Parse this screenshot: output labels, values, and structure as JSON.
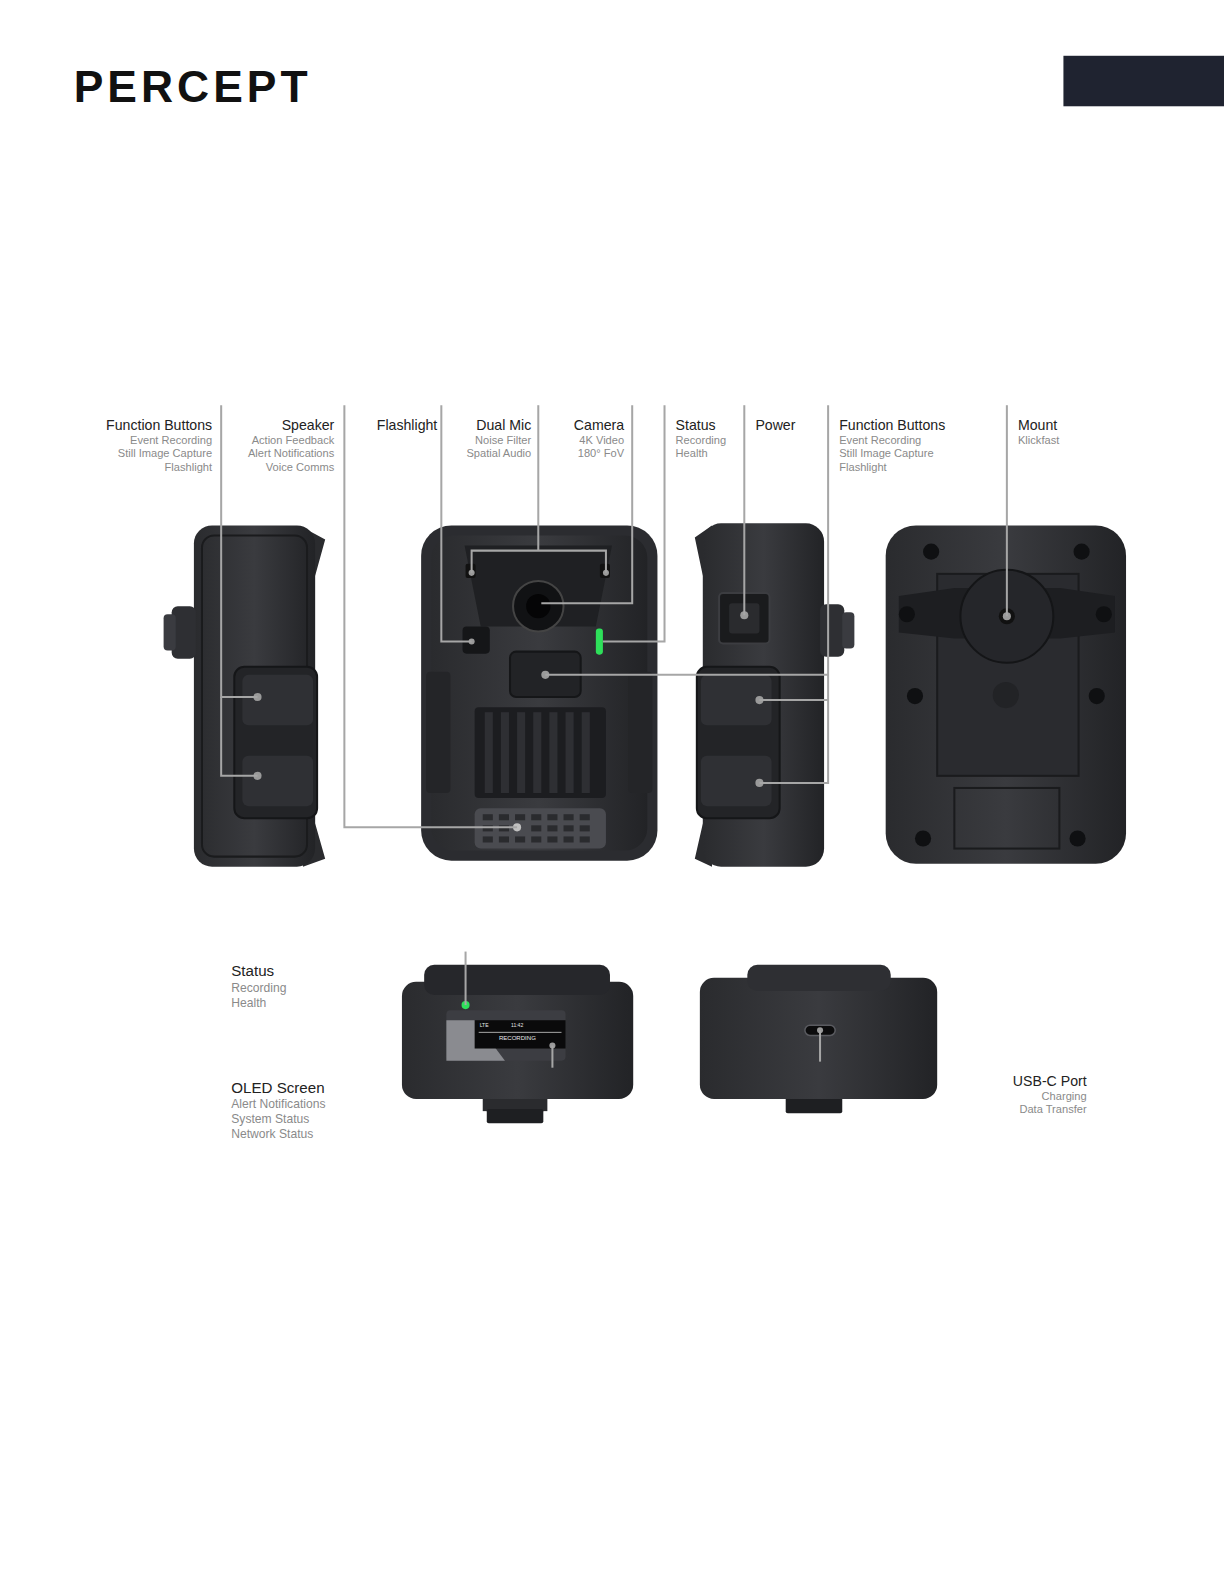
{
  "diagram": {
    "labels": [
      "PERCEPT",
      "Function Buttons",
      "Event Recording",
      "Still Image Capture",
      "Flashlight",
      "Speaker",
      "Action Feedback",
      "Alert Notifications",
      "Voice Comms",
      "Flashlight",
      "Dual Mic",
      "Noise Filter",
      "Spatial Audio",
      "Camera",
      "4K Video",
      "180° FoV",
      "Status",
      "Recording",
      "Health",
      "Power",
      "Function Buttons",
      "Event Recording",
      "Still Image Capture",
      "Flashlight",
      "Mount",
      "Klickfast",
      "Status",
      "Recording",
      "Health",
      "OLED Screen",
      "Alert Notifications",
      "System Status",
      "Network Status",
      "USB-C Port",
      "Charging",
      "Data Transfer",
      "LTE",
      "11:42",
      "RECORDING"
    ]
  }
}
